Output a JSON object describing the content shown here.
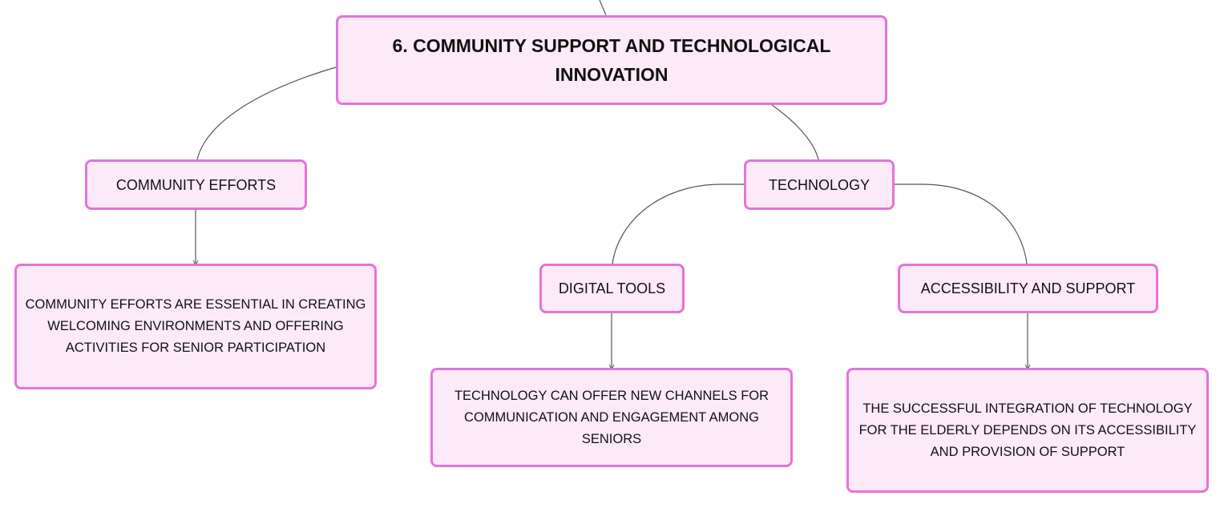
{
  "diagram": {
    "root": {
      "label": "6. COMMUNITY SUPPORT AND TECHNOLOGICAL INNOVATION"
    },
    "community_efforts": {
      "label": "COMMUNITY EFFORTS",
      "description": "COMMUNITY EFFORTS ARE ESSENTIAL IN CREATING WELCOMING ENVIRONMENTS AND OFFERING ACTIVITIES FOR SENIOR PARTICIPATION"
    },
    "technology": {
      "label": "TECHNOLOGY",
      "digital_tools": {
        "label": "DIGITAL TOOLS",
        "description": "TECHNOLOGY CAN OFFER NEW CHANNELS FOR COMMUNICATION AND ENGAGEMENT AMONG SENIORS"
      },
      "accessibility_support": {
        "label": "ACCESSIBILITY AND SUPPORT",
        "description": "THE SUCCESSFUL INTEGRATION OF TECHNOLOGY FOR THE ELDERLY DEPENDS ON ITS ACCESSIBILITY AND PROVISION OF SUPPORT"
      }
    },
    "colors": {
      "node_fill": "#fdeaf8",
      "node_border": "#e573d6",
      "connector": "#555555",
      "text": "#111111"
    }
  }
}
